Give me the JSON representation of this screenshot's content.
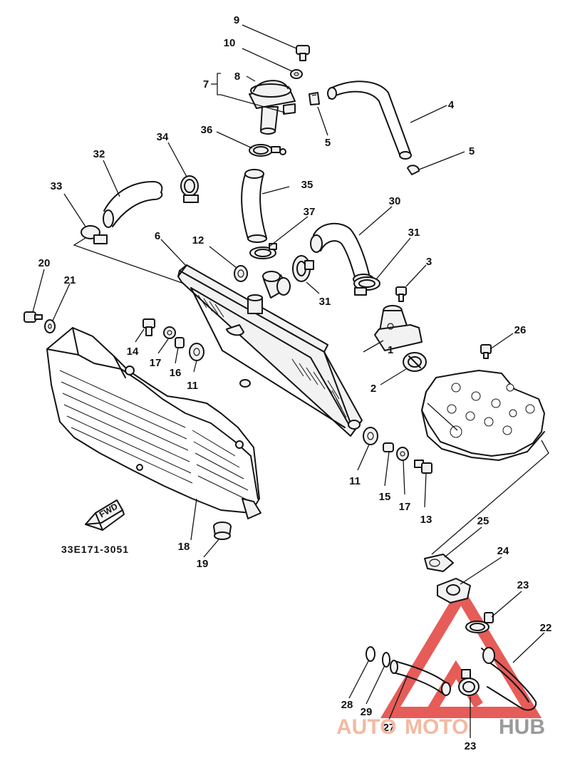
{
  "diagram": {
    "part_code": "33E171-3051",
    "fwd_marker": "FWD",
    "callouts": [
      "1",
      "2",
      "3",
      "4",
      "5",
      "5",
      "6",
      "7",
      "8",
      "9",
      "10",
      "11",
      "11",
      "12",
      "13",
      "14",
      "15",
      "16",
      "17",
      "17",
      "18",
      "19",
      "20",
      "21",
      "22",
      "23",
      "23",
      "24",
      "25",
      "26",
      "27",
      "28",
      "29",
      "30",
      "31",
      "31",
      "32",
      "33",
      "34",
      "35",
      "36",
      "37"
    ]
  },
  "watermark": {
    "part1": "AUTO",
    "part2": "MOTO",
    "part3": "HUB",
    "color_light": "#f3b9a2",
    "color_dark": "#9a9a9a",
    "color_logo": "#e2403b"
  }
}
